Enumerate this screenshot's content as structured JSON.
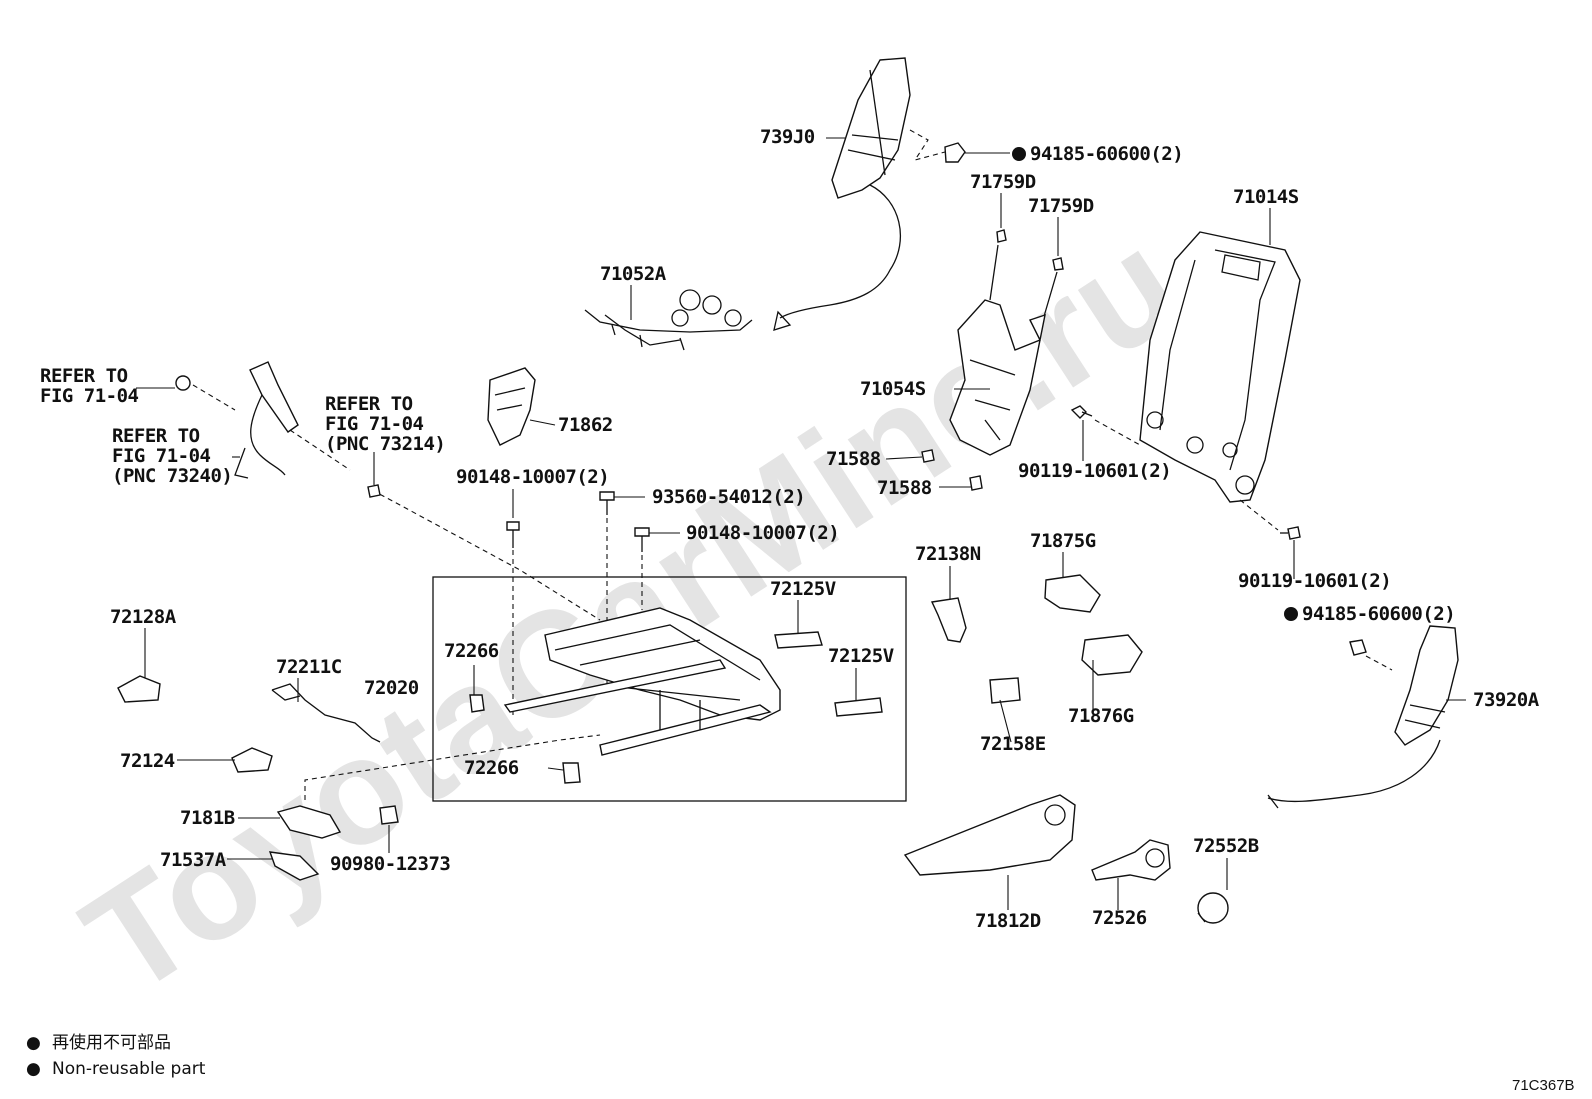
{
  "diagram": {
    "watermark": "ToyotaCarMine.ru",
    "figure_code": "71C367B",
    "legend": {
      "symbol": "●",
      "japanese": "再使用不可部品",
      "english": "Non-reusable part"
    },
    "labels": {
      "p739J0": "739J0",
      "p94185_top": "94185-60600(2)",
      "p71759D_a": "71759D",
      "p71759D_b": "71759D",
      "p71014S": "71014S",
      "p71052A": "71052A",
      "ref_fig_1a": "REFER TO",
      "ref_fig_1b": "FIG 71-04",
      "ref_fig_2a": "REFER TO",
      "ref_fig_2b": "FIG 71-04",
      "ref_fig_2c": "(PNC 73240)",
      "ref_fig_3a": "REFER TO",
      "ref_fig_3b": "FIG 71-04",
      "ref_fig_3c": "(PNC 73214)",
      "p71862": "71862",
      "p71054S": "71054S",
      "p90119_a": "90119-10601(2)",
      "p71588_a": "71588",
      "p71588_b": "71588",
      "p90148_a": "90148-10007(2)",
      "p93560": "93560-54012(2)",
      "p90148_b": "90148-10007(2)",
      "p90119_b": "90119-10601(2)",
      "p72138N": "72138N",
      "p71875G": "71875G",
      "p94185_bottom": "94185-60600(2)",
      "p72125V_a": "72125V",
      "p72125V_b": "72125V",
      "p72266_a": "72266",
      "p72266_b": "72266",
      "p72020": "72020",
      "p72128A": "72128A",
      "p72211C": "72211C",
      "p72124": "72124",
      "p71876G": "71876G",
      "p73920A": "73920A",
      "p72158E": "72158E",
      "p7181B": "7181B",
      "p71537A": "71537A",
      "p90980": "90980-12373",
      "p72552B": "72552B",
      "p71812D": "71812D",
      "p72526": "72526"
    }
  }
}
